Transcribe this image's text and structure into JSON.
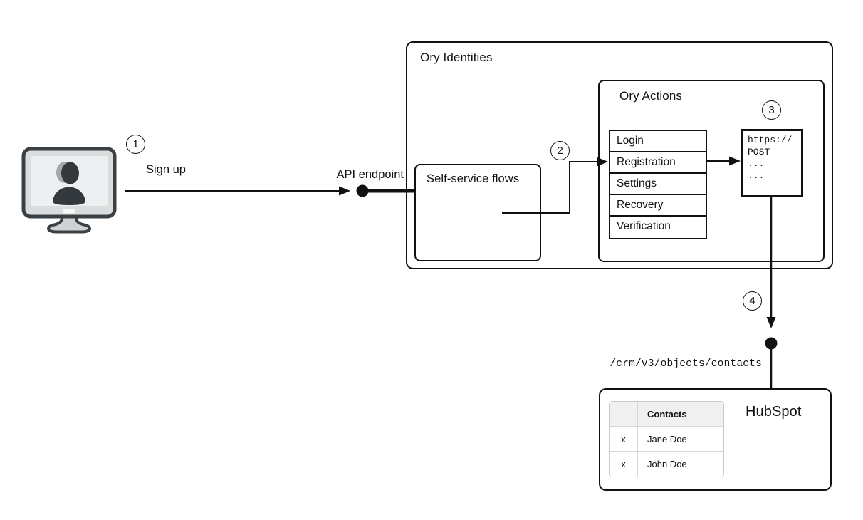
{
  "diagram": {
    "step_badges": {
      "one": "1",
      "two": "2",
      "three": "3",
      "four": "4"
    },
    "labels": {
      "sign_up": "Sign up",
      "api_endpoint": "API endpoint",
      "crm_path": "/crm/v3/objects/contacts"
    },
    "ory_identities": {
      "title": "Ory Identities"
    },
    "self_service": {
      "title": "Self-service flows"
    },
    "ory_actions": {
      "title": "Ory Actions",
      "flows": [
        "Login",
        "Registration",
        "Settings",
        "Recovery",
        "Verification"
      ]
    },
    "webhook": {
      "lines": [
        "https://",
        "POST",
        "...",
        "..."
      ]
    },
    "hubspot": {
      "title": "HubSpot",
      "table": {
        "header": [
          "",
          "Contacts"
        ],
        "rows": [
          [
            "x",
            "Jane Doe"
          ],
          [
            "x",
            "John Doe"
          ]
        ]
      }
    },
    "colors": {
      "line": "#111111",
      "box_border": "#111111",
      "table_border": "#c9c9c9",
      "table_header_bg": "#f0f0f0",
      "icon_dark": "#33383c",
      "icon_frame": "#3b4045",
      "background": "#ffffff"
    }
  }
}
